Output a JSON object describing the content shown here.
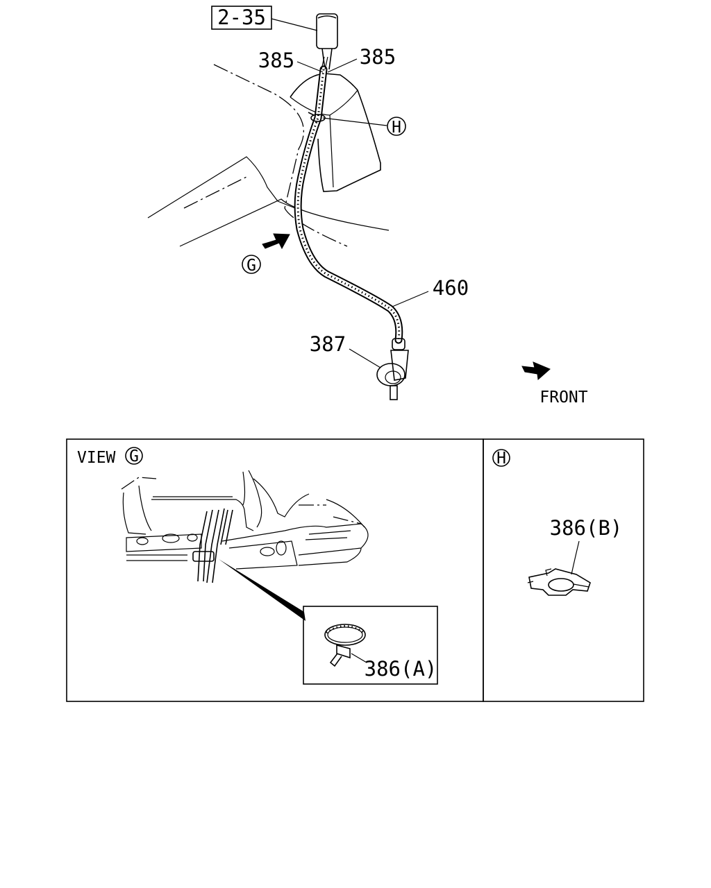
{
  "main": {
    "ref_box": "2-35",
    "part_385_left": "385",
    "part_385_right": "385",
    "marker_h": "H",
    "marker_g": "G",
    "part_460": "460",
    "part_387": "387",
    "front_label": "FRONT"
  },
  "view_g_panel": {
    "title": "VIEW",
    "marker": "G",
    "part_386a": "386(A)"
  },
  "view_h_panel": {
    "marker": "H",
    "part_386b": "386(B)"
  }
}
